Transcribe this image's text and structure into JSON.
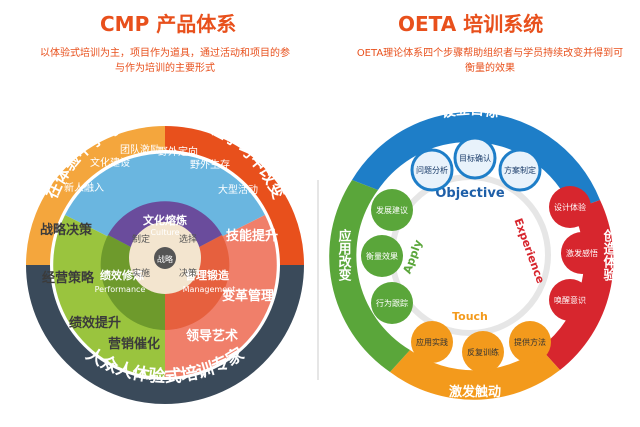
{
  "left": {
    "title": "CMP  产品体系",
    "subtitle": "以体验式培训为主，项目作为道具，通过活动和项目的参与作为培训的主要形式",
    "ring_top_left": "在体验中学习",
    "ring_top_right": "在学习中改变",
    "ring_bottom": "人众人体验式培训专家",
    "blue_items": [
      "新人融入",
      "文化建设",
      "团队激励",
      "野外定向",
      "野外生存",
      "大型活动"
    ],
    "green_items": [
      "战略决策",
      "经营策略",
      "绩效提升",
      "营销催化"
    ],
    "red_items": [
      "技能提升",
      "变革管理",
      "领导艺术"
    ],
    "culture_cn": "文化熔炼",
    "culture_en": "Culture",
    "perf_cn": "绩效修炼",
    "perf_en": "Performance",
    "mgmt_cn": "管理锻造",
    "mgmt_en": "Management",
    "core_items": [
      "制定",
      "选择",
      "实施",
      "决策"
    ],
    "center": "战略"
  },
  "right": {
    "title": "OETA  培训系统",
    "subtitle": "OETA理论体系四个步骤帮助组织者与学员持续改变并得到可衡量的效果",
    "outer_top": "设立目标",
    "outer_right": "创造体验",
    "outer_bottom": "激发触动",
    "outer_left": "应用改变",
    "inner_top": "Objective",
    "inner_right": "Experience",
    "inner_bottom": "Touch",
    "inner_left": "Apply",
    "blue_nodes": [
      "问题分析",
      "目标确认",
      "方案制定"
    ],
    "red_nodes": [
      "设计体验",
      "激发感悟",
      "唤醒意识"
    ],
    "orange_nodes": [
      "应用实践",
      "反复训练",
      "提供方法"
    ],
    "green_nodes": [
      "发展建议",
      "衡量效果",
      "行为跟踪"
    ]
  }
}
